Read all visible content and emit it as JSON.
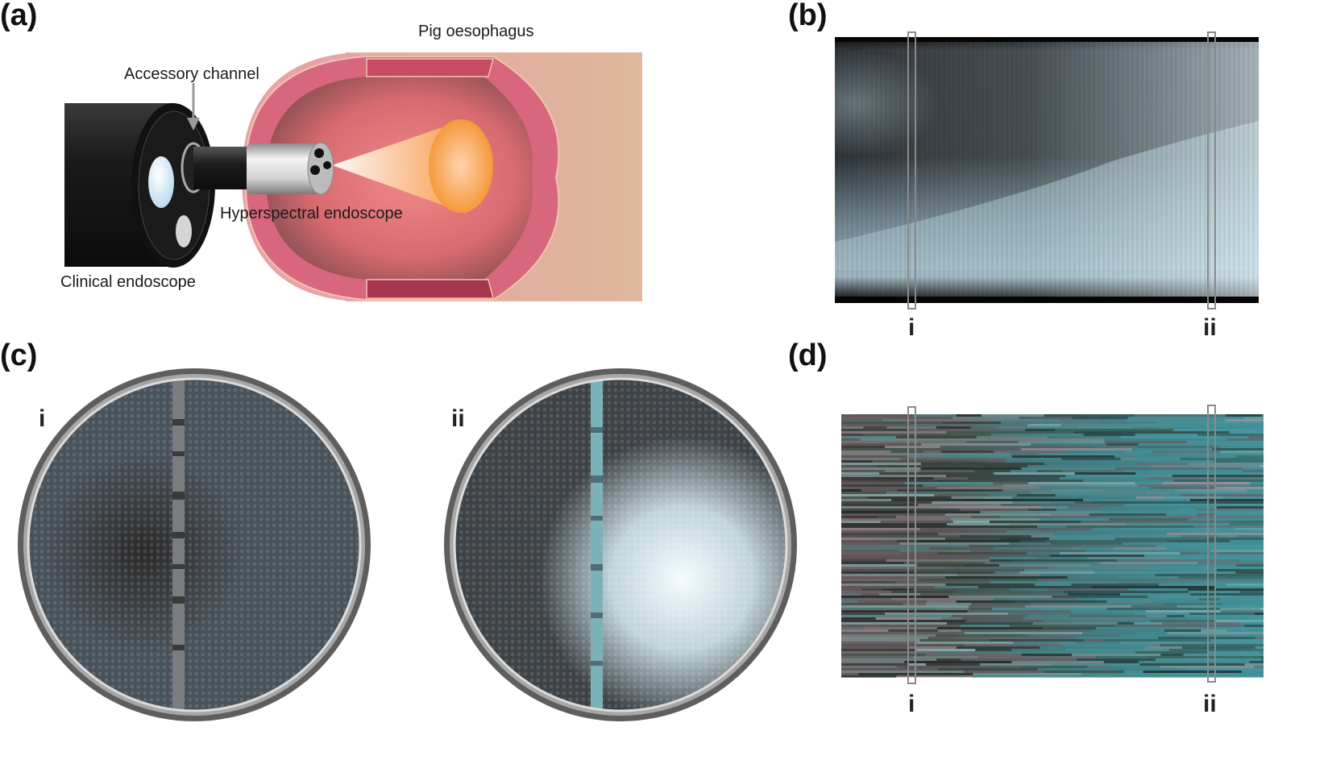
{
  "panels": {
    "a": {
      "letter": "(a)",
      "labels": {
        "pig_oesophagus": "Pig oesophagus",
        "accessory_channel": "Accessory channel",
        "hyperspectral_endoscope": "Hyperspectral endoscope",
        "clinical_endoscope": "Clinical endoscope"
      }
    },
    "b": {
      "letter": "(b)",
      "markers": [
        "i",
        "ii"
      ]
    },
    "c": {
      "letter": "(c)",
      "markers": [
        "i",
        "ii"
      ]
    },
    "d": {
      "letter": "(d)",
      "markers": [
        "i",
        "ii"
      ]
    }
  },
  "colors": {
    "tissue_pink": "#d9667d",
    "tissue_outer": "#e4b9a0",
    "light_cone": "#f7a146",
    "scope_black": "#1d1d1d",
    "probe_silver": "#c8c8c8"
  }
}
